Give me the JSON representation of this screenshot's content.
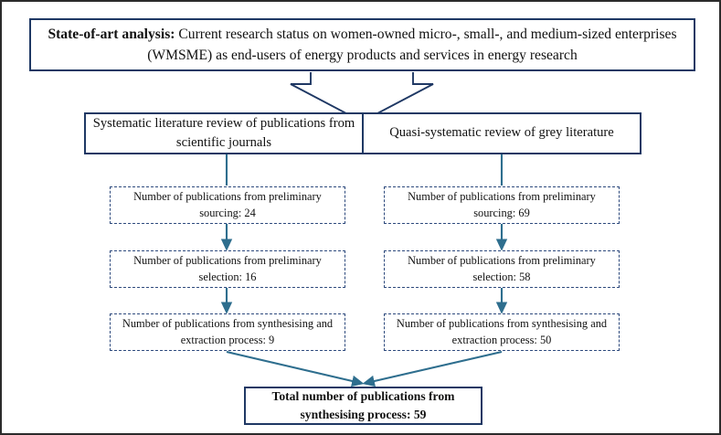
{
  "figure": {
    "type": "flowchart",
    "orientation": "top-down",
    "colors": {
      "frame_border": "#2b2b2b",
      "solid_box_border": "#1f3864",
      "dashed_box_border": "#2e4a7d",
      "connector_line": "#2e6e8e",
      "arrow_block_outline": "#1f3864",
      "background": "#ffffff",
      "text": "#111111"
    }
  },
  "header": {
    "label_bold": "State-of-art analysis:",
    "body": " Current research status on women-owned micro-, small-, and medium-sized enterprises (WMSME) as end-users of energy products and services in energy research"
  },
  "branches": [
    {
      "id": "systematic",
      "title": "Systematic literature review of publications from scientific journals",
      "steps": [
        {
          "label": "Number of publications from preliminary sourcing: 24",
          "value": 24,
          "stage": "preliminary sourcing"
        },
        {
          "label": "Number of publications from preliminary selection: 16",
          "value": 16,
          "stage": "preliminary selection"
        },
        {
          "label": "Number of publications from synthesising and extraction process: 9",
          "value": 9,
          "stage": "synthesising and extraction process"
        }
      ]
    },
    {
      "id": "grey",
      "title": "Quasi-systematic review of grey literature",
      "steps": [
        {
          "label": "Number of publications from preliminary sourcing: 69",
          "value": 69,
          "stage": "preliminary sourcing"
        },
        {
          "label": "Number of publications from preliminary selection: 58",
          "value": 58,
          "stage": "preliminary selection"
        },
        {
          "label": "Number of publications from synthesising and extraction process: 50",
          "value": 50,
          "stage": "synthesising and extraction process"
        }
      ]
    }
  ],
  "total": {
    "label": "Total number of publications from synthesising process: 59",
    "value": 59
  }
}
